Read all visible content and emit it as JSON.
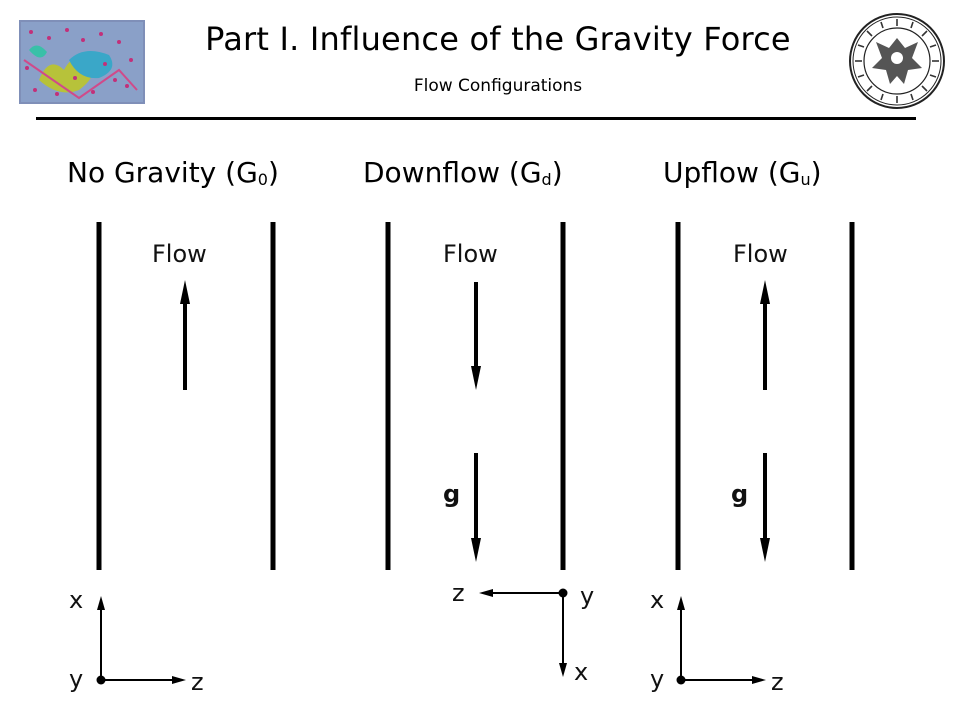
{
  "header": {
    "title": "Part I. Influence of the Gravity Force",
    "subtitle": "Flow Configurations",
    "logo_icon": "particle-flow-simulation-thumbnail",
    "seal_icon": "university-seal"
  },
  "cases": [
    {
      "name": "No Gravity (G",
      "sub": "0",
      "close": ")",
      "flow_label": "Flow",
      "flow_direction": "up",
      "gravity_label": "",
      "axes": {
        "vertical": "x",
        "horizontal": "z",
        "origin": "y"
      }
    },
    {
      "name": "Downflow (G",
      "sub": "d",
      "close": ")",
      "flow_label": "Flow",
      "flow_direction": "down",
      "gravity_label": "g",
      "gravity_direction": "down",
      "axes": {
        "vertical": "x",
        "horizontal": "z",
        "origin": "y"
      }
    },
    {
      "name": "Upflow (G",
      "sub": "u",
      "close": ")",
      "flow_label": "Flow",
      "flow_direction": "up",
      "gravity_label": "g",
      "gravity_direction": "down",
      "axes": {
        "vertical": "x",
        "horizontal": "z",
        "origin": "y"
      }
    }
  ],
  "colors": {
    "ink": "#000000",
    "rule": "#000000"
  }
}
